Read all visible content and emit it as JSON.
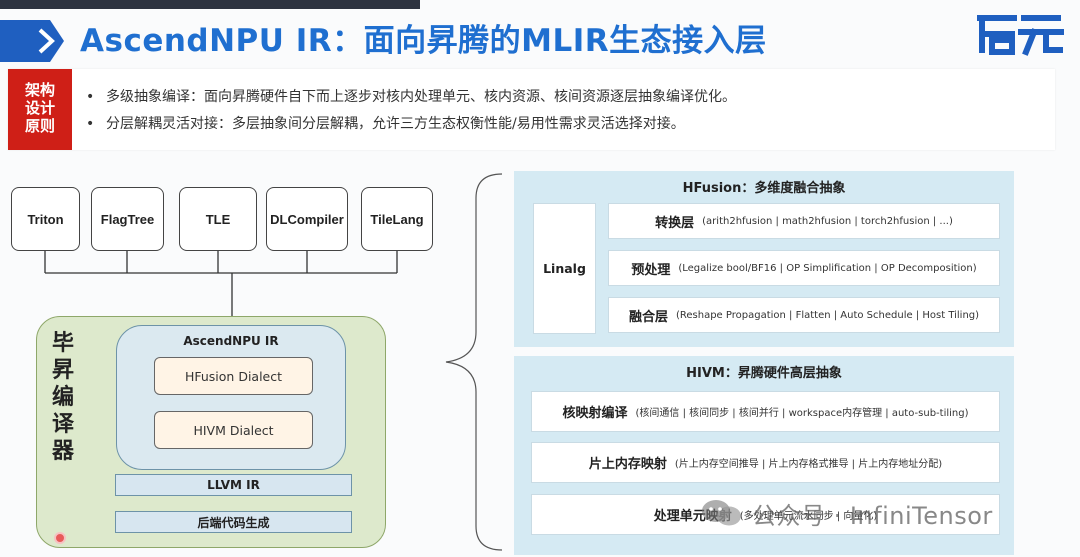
{
  "title": "AscendNPU IR：面向昇腾的MLIR生态接入层",
  "logo_text": "启元",
  "principle": {
    "tag": [
      "架构",
      "设计",
      "原则"
    ],
    "points": [
      "多级抽象编译：面向昇腾硬件自下而上逐步对核内处理单元、核内资源、核间资源逐层抽象编译优化。",
      "分层解耦灵活对接：多层抽象间分层解耦，允许三方生态权衡性能/易用性需求灵活选择对接。"
    ]
  },
  "frontends": [
    "Triton",
    "FlagTree",
    "TLE",
    "DLCompiler",
    "TileLang"
  ],
  "compiler": {
    "label": [
      "毕",
      "昇",
      "编",
      "译",
      "器"
    ],
    "npu_ir_title": "AscendNPU IR",
    "dialects": [
      "HFusion Dialect",
      "HIVM Dialect"
    ],
    "llvm_ir": "LLVM IR",
    "backend": "后端代码生成"
  },
  "hfusion": {
    "title": "HFusion：多维度融合抽象",
    "linalg": "Linalg",
    "rows": [
      {
        "name": "转换层",
        "desc": "(arith2hfusion | math2hfusion | torch2hfusion | ...)"
      },
      {
        "name": "预处理",
        "desc": "(Legalize bool/BF16 | OP Simplification | OP Decomposition)"
      },
      {
        "name": "融合层",
        "desc": "(Reshape Propagation | Flatten | Auto Schedule | Host Tiling)"
      }
    ]
  },
  "hivm": {
    "title": "HIVM：昇腾硬件高层抽象",
    "rows": [
      {
        "name": "核映射编译",
        "desc": "(核间通信 | 核间同步 | 核间并行 | workspace内存管理 | auto-sub-tiling)"
      },
      {
        "name": "片上内存映射",
        "desc": "(片上内存空间推导 | 片上内存格式推导 | 片上内存地址分配)"
      },
      {
        "name": "处理单元映射",
        "desc": "(多处理单元流水同步 | 向量化)"
      }
    ]
  },
  "watermark": "公众号 · InfiniTensor",
  "colors": {
    "title_blue": "#1f6fd0",
    "tag_red": "#cf1f17",
    "compiler_green": "#dde9cc",
    "ir_blue": "#dbe9f0",
    "panel_blue": "#d5eaf3"
  }
}
